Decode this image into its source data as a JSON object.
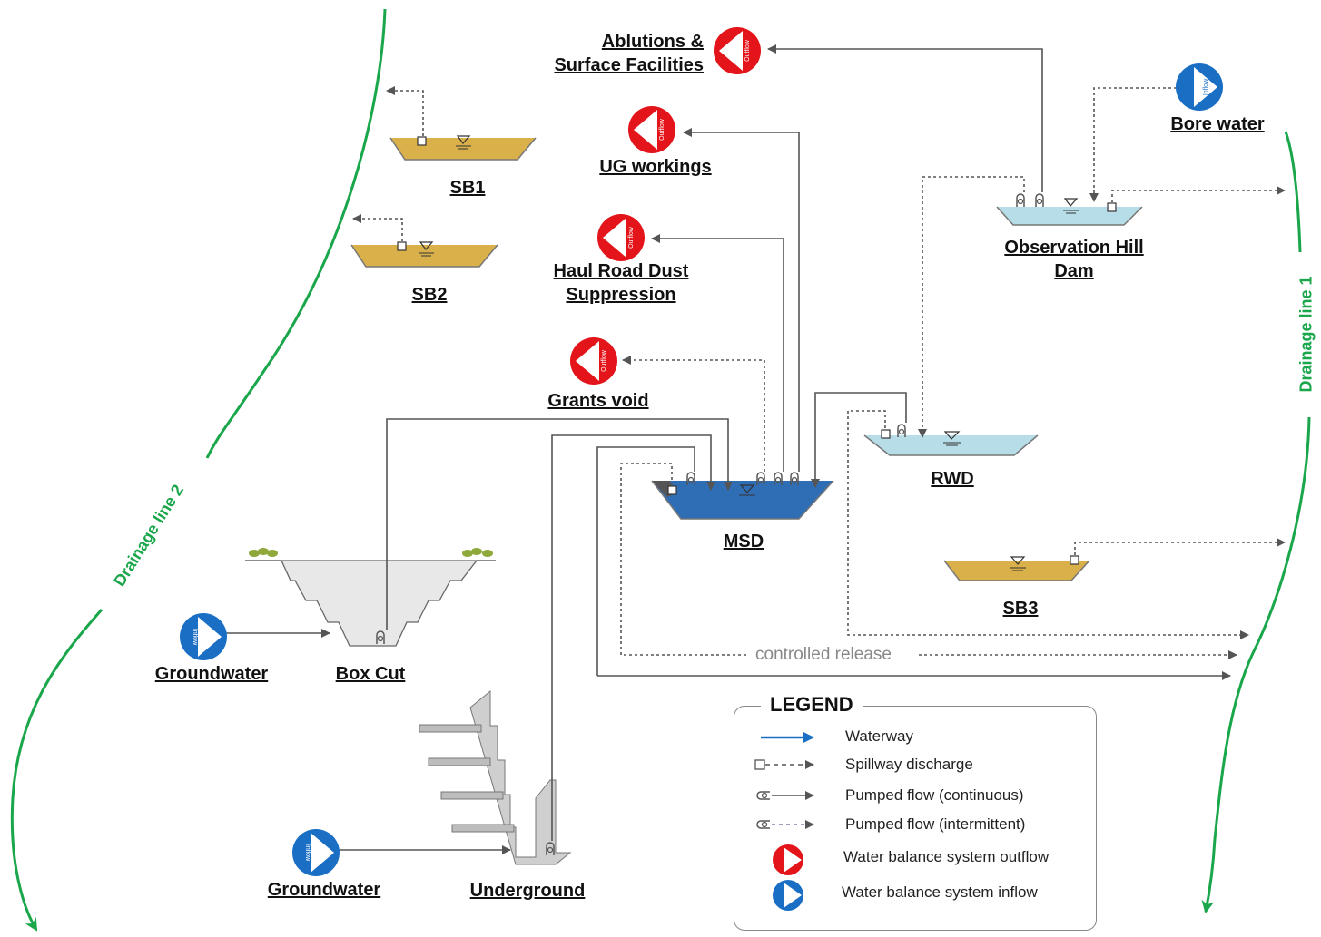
{
  "nodes": {
    "ablutions": "Ablutions &\nSurface Facilities",
    "ug_workings": "UG workings",
    "haul_road": "Haul Road Dust\nSuppression",
    "grants_void": "Grants void",
    "bore_water": "Bore water",
    "observation_hill": "Observation Hill\nDam",
    "sb1": "SB1",
    "sb2": "SB2",
    "sb3": "SB3",
    "rwd": "RWD",
    "msd": "MSD",
    "box_cut": "Box Cut",
    "groundwater_1": "Groundwater",
    "groundwater_2": "Groundwater",
    "underground": "Underground"
  },
  "badges": {
    "outflow": "Outflow",
    "inflow": "Inflow"
  },
  "controlled_release": "controlled release",
  "drainage": {
    "line1": "Drainage line 1",
    "line2": "Drainage line 2"
  },
  "legend": {
    "title": "LEGEND",
    "items": [
      {
        "label": "Waterway"
      },
      {
        "label": "Spillway discharge"
      },
      {
        "label": "Pumped flow (continuous)"
      },
      {
        "label": "Pumped flow (intermittent)"
      },
      {
        "label": "Water balance system outflow"
      },
      {
        "label": "Water balance system inflow"
      }
    ]
  },
  "colors": {
    "outflow": "#e3151a",
    "inflow": "#1a6fc4",
    "drainage": "#1aa64a",
    "sediment": "#d9b04a",
    "msd_water": "#2f6db5",
    "dam_water": "#b7dde8",
    "waterway": "#1a6fc4"
  }
}
